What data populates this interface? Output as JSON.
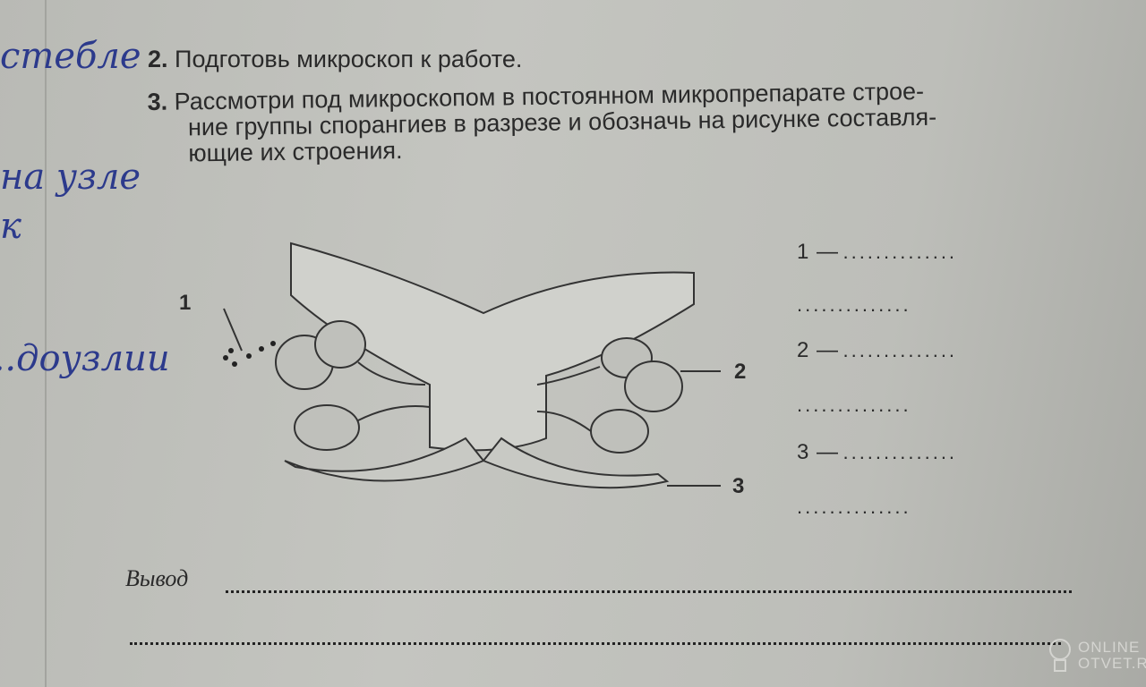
{
  "handwriting": [
    "стебле",
    "на узле",
    "к",
    "...доузлии"
  ],
  "tasks": [
    {
      "num": "2.",
      "text": "Подготовь микроскоп к работе."
    },
    {
      "num": "3.",
      "lines": [
        "Рассмотри под микроскопом в постоянном микропрепарате стро­е-",
        "ние группы спорангиев в разрезе и обозначь на рисунке составля-",
        "ющие их строения."
      ]
    }
  ],
  "figure": {
    "labels": [
      "1",
      "2",
      "3"
    ]
  },
  "answers": [
    {
      "label": "1 —"
    },
    {
      "label": "2 —"
    },
    {
      "label": "3 —"
    }
  ],
  "dots": "..............",
  "conclusion": {
    "label": "Вывод"
  },
  "watermark": {
    "line1": "ONLINE",
    "line2": "OTVET.RU"
  }
}
